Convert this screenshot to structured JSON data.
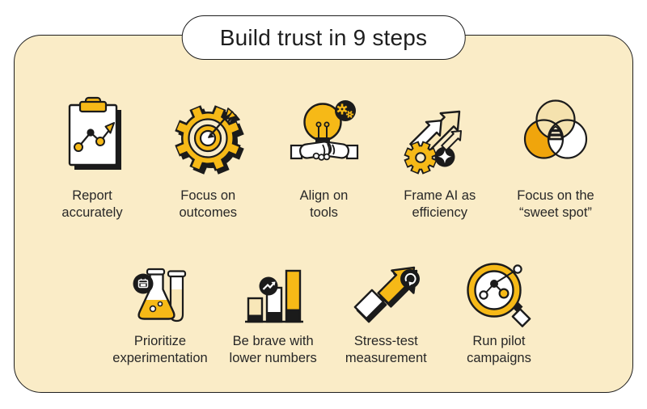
{
  "title": {
    "text": "Build trust in 9 steps"
  },
  "steps": [
    {
      "label": "Report accurately",
      "lines": [
        "Report",
        "accurately"
      ],
      "icon": "clipboard-chart"
    },
    {
      "label": "Focus on outcomes",
      "lines": [
        "Focus on",
        "outcomes"
      ],
      "icon": "gear-target"
    },
    {
      "label": "Align on tools",
      "lines": [
        "Align on",
        "tools"
      ],
      "icon": "lightbulb-handshake"
    },
    {
      "label": "Frame AI as efficiency",
      "lines": [
        "Frame AI as",
        "efficiency"
      ],
      "icon": "arrows-gear-sparkle"
    },
    {
      "label": "Focus on the “sweet spot”",
      "lines": [
        "Focus on the",
        "“sweet spot”"
      ],
      "icon": "venn-diagram"
    },
    {
      "label": "Prioritize experimentation",
      "lines": [
        "Prioritize",
        "experimentation"
      ],
      "icon": "flask-test-tube"
    },
    {
      "label": "Be brave with lower numbers",
      "lines": [
        "Be brave with",
        "lower numbers"
      ],
      "icon": "bar-chart-trend"
    },
    {
      "label": "Stress-test measurement",
      "lines": [
        "Stress-test",
        "measurement"
      ],
      "icon": "arrow-refresh"
    },
    {
      "label": "Run pilot campaigns",
      "lines": [
        "Run pilot",
        "campaigns"
      ],
      "icon": "magnifier-network"
    }
  ],
  "colors": {
    "page_background": "#FFFFFF",
    "card_background": "#FAECC7",
    "outline": "#1B1B1B",
    "accent_yellow": "#F6B917",
    "accent_cream": "#F8E7B8",
    "accent_orange": "#F0A50C",
    "text": "#272727"
  }
}
